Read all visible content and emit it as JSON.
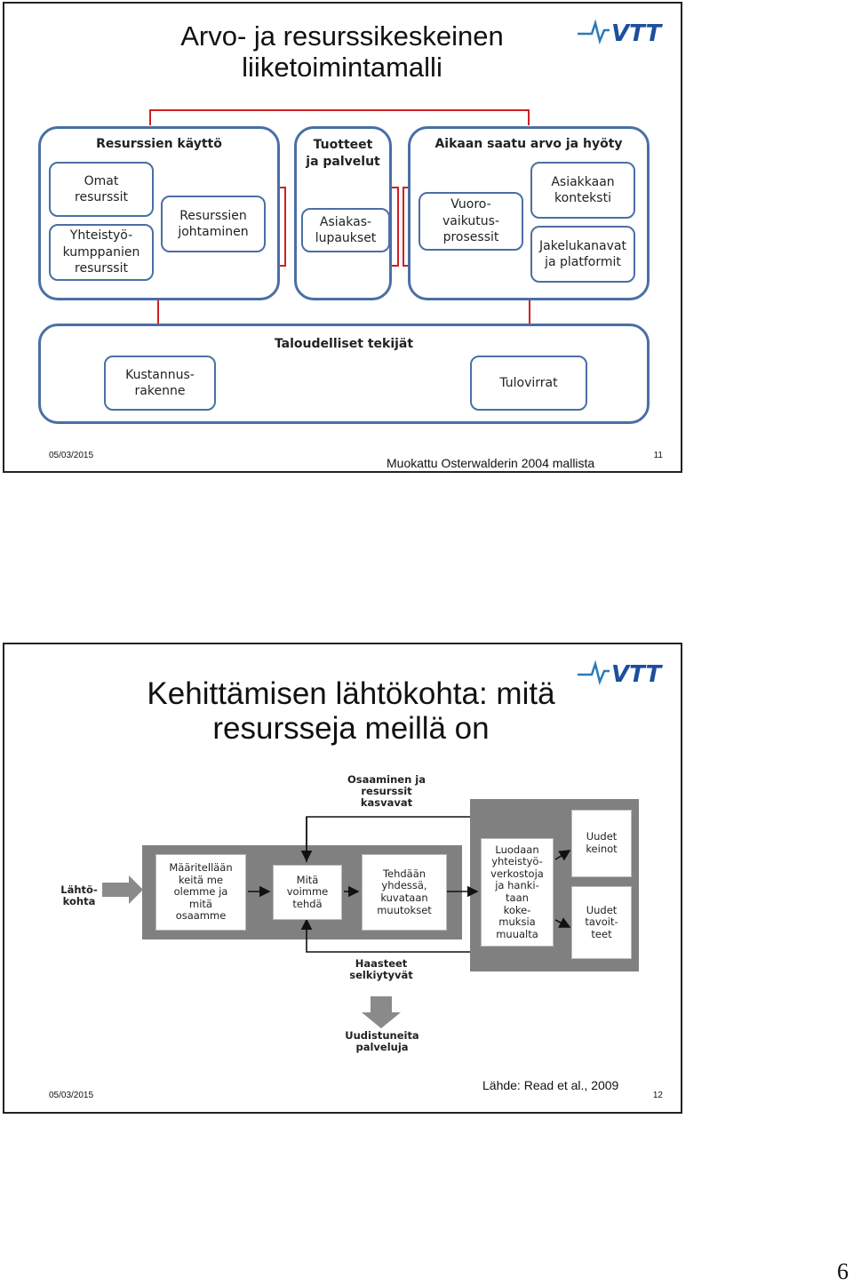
{
  "slide1": {
    "title_line1": "Arvo- ja resurssikeskeinen",
    "title_line2": "liiketoimintamalli",
    "logo_text": "VTT",
    "date": "05/03/2015",
    "slide_number": "11",
    "source": "Muokattu  Osterwalderin 2004 mallista",
    "panels": {
      "resources_title": "Resurssien käyttö",
      "products_title": "Tuotteet\nja palvelut",
      "value_title": "Aikaan saatu arvo ja hyöty",
      "finance_title": "Taloudelliset tekijät"
    },
    "boxes": {
      "own_resources": "Omat\nresurssit",
      "partner_resources": "Yhteistyö-\nkumppanien\nresurssit",
      "resource_management": "Resurssien\njohtaminen",
      "customer_promises": "Asiakas-\nlupaukset",
      "interaction_processes": "Vuoro-\nvaikutus-\nprosessit",
      "customer_context": "Asiakkaan\nkonteksti",
      "channels_platforms": "Jakelukanavat\nja platformit",
      "cost_structure": "Kustannus-\nrakenne",
      "revenue_streams": "Tulovirrat"
    }
  },
  "slide2": {
    "title_line1": "Kehittämisen lähtökohta: mitä",
    "title_line2": "resursseja meillä on",
    "logo_text": "VTT",
    "date": "05/03/2015",
    "slide_number": "12",
    "source": "Lähde: Read et al., 2009",
    "labels": {
      "competence_growth": "Osaaminen ja\nresurssit\nkasvavat",
      "starting_point": "Lähtö-\nkohta",
      "challenges_clarify": "Haasteet\nselkiytyvät",
      "renewed_services": "Uudistuneita\npalveluja"
    },
    "boxes": {
      "define_who": "Määritellään\nkeitä me\nolemme ja\nmitä\nosaamme",
      "what_can_do": "Mitä\nvoimme\ntehdä",
      "do_together": "Tehdään\nyhdessä,\nkuvataan\nmuutokset",
      "create_networks": "Luodaan\nyhteistyö-\nverkostoja\nja hanki-\ntaan\nkoke-\nmuksia\nmuualta",
      "new_means": "Uudet\nkeinot",
      "new_goals": "Uudet\ntavoit-\nteet"
    }
  },
  "page_number": "6"
}
